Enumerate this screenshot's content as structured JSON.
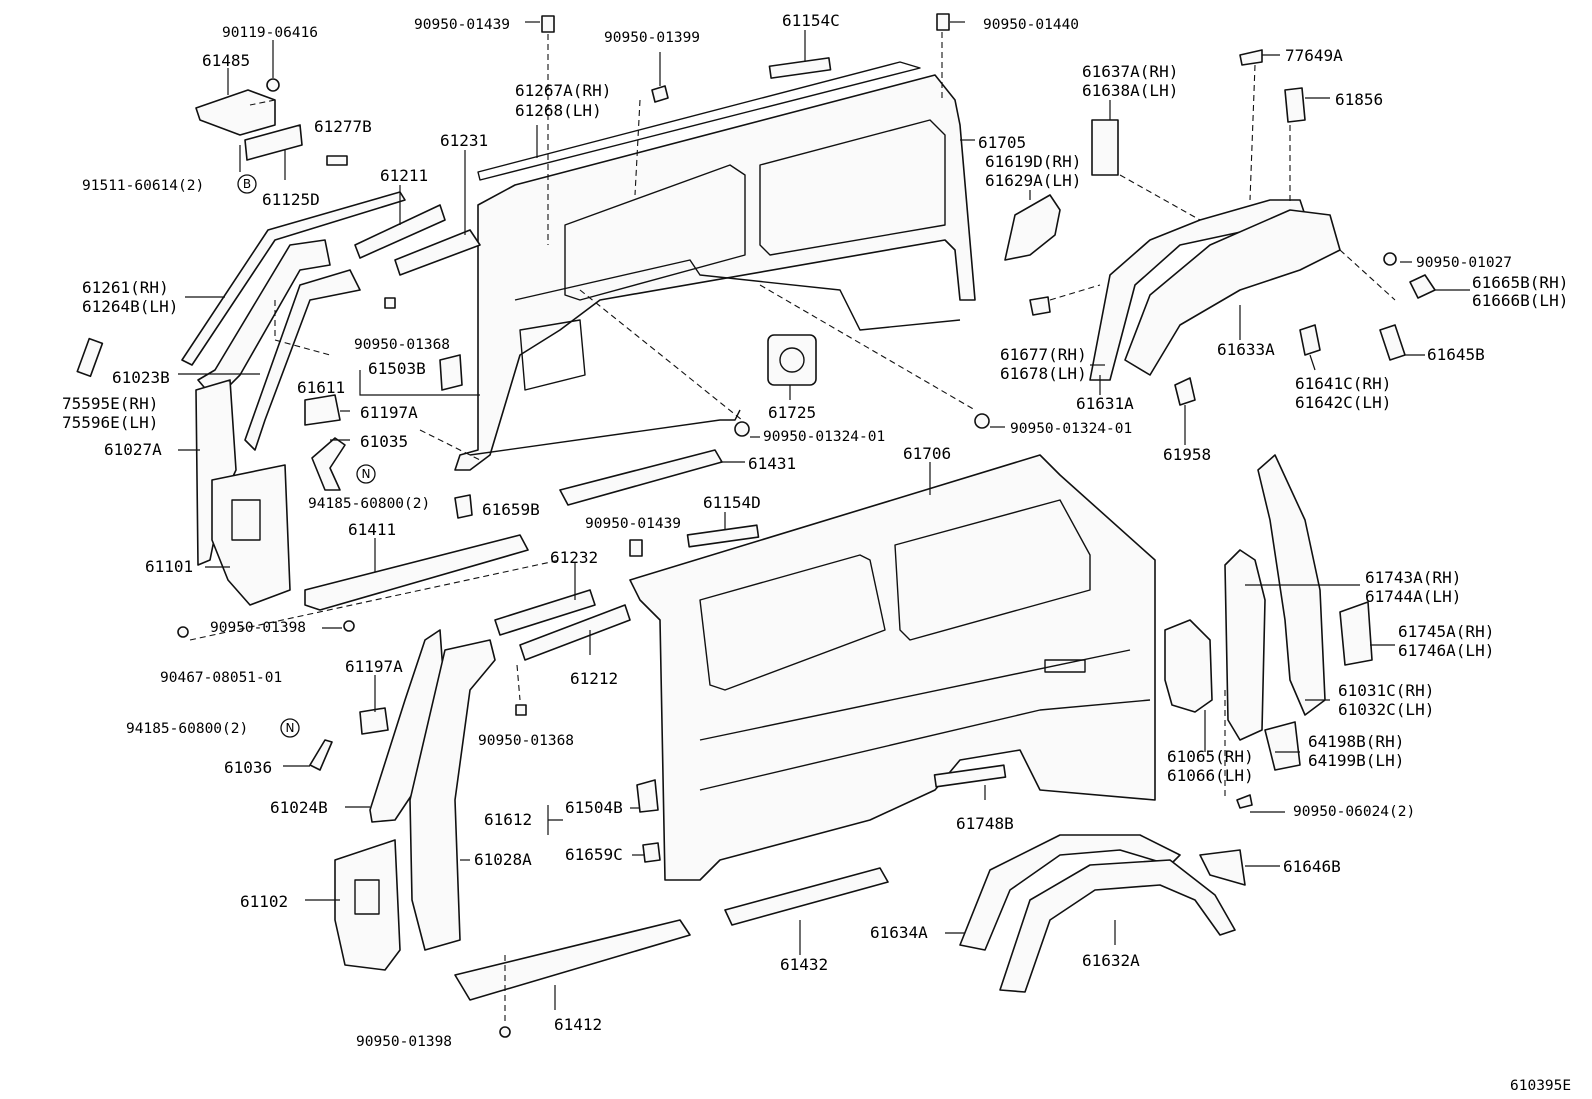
{
  "figure_code": "610395E",
  "circle_labels": [
    "B",
    "N",
    "N"
  ],
  "labels": [
    "90119-06416",
    "61485",
    "61277B",
    "91511-60614(2)",
    "61125D",
    "61211",
    "61231",
    "61261(RH)",
    "61264B(LH)",
    "90950-01368",
    "75595E(RH)",
    "75596E(LH)",
    "61023B",
    "61611",
    "61503B",
    "61027A",
    "61197A",
    "61035",
    "94185-60800(2)",
    "61659B",
    "61101",
    "61411",
    "90950-01398",
    "90467-08051-01",
    "90950-01439",
    "90950-01399",
    "61267A(RH)",
    "61268(LH)",
    "61154C",
    "90950-01440",
    "61705",
    "61619D(RH)",
    "61629A(LH)",
    "61725",
    "90950-01324-01",
    "90950-01324-01",
    "61431",
    "61706",
    "61154D",
    "90950-01439",
    "61232",
    "61212",
    "90950-01368",
    "61197A",
    "94185-60800(2)",
    "61036",
    "61024B",
    "61612",
    "61504B",
    "61659C",
    "61028A",
    "61102",
    "61412",
    "90950-01398",
    "61432",
    "61748B",
    "61634A",
    "61632A",
    "61646B",
    "90950-06024(2)",
    "61065(RH)",
    "61066(LH)",
    "64198B(RH)",
    "64199B(LH)",
    "61031C(RH)",
    "61032C(LH)",
    "61745A(RH)",
    "61746A(LH)",
    "61743A(RH)",
    "61744A(LH)",
    "77649A",
    "61637A(RH)",
    "61638A(LH)",
    "61856",
    "90950-01027",
    "61665B(RH)",
    "61666B(LH)",
    "61677(RH)",
    "61678(LH)",
    "61633A",
    "61631A",
    "61641C(RH)",
    "61642C(LH)",
    "61645B",
    "61958"
  ]
}
